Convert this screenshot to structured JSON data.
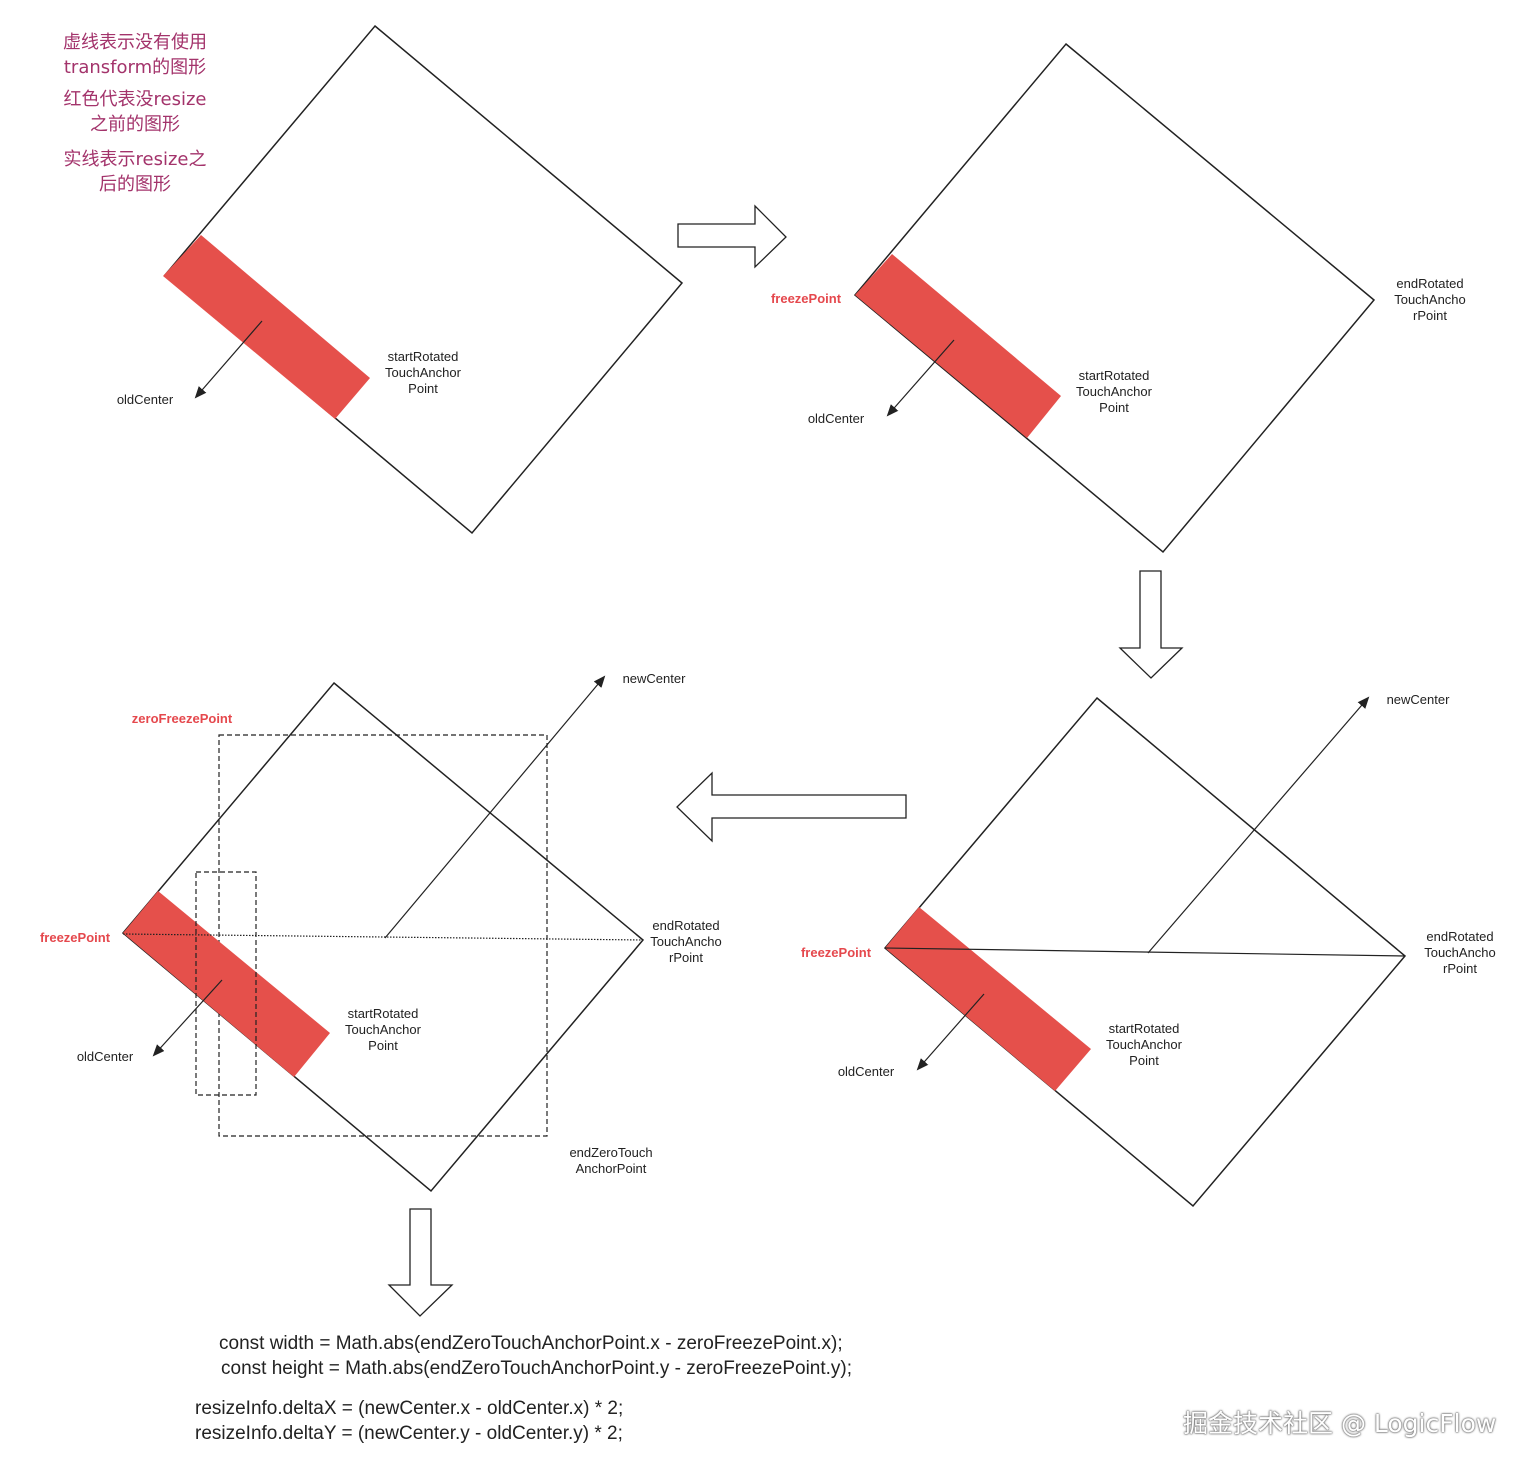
{
  "legend": {
    "dashed": "虚线表示没有使用\ntransform的图形",
    "red": "红色代表没resize\n之前的图形",
    "solid": "实线表示resize之\n后的图形"
  },
  "labels": {
    "start_anchor": "startRotated\nTouchAnchor\nPoint",
    "end_anchor": "endRotated\nTouchAncho\nrPoint",
    "old_center": "oldCenter",
    "new_center": "newCenter",
    "freeze_point": "freezePoint",
    "zero_freeze_point": "zeroFreezePoint",
    "end_zero_anchor": "endZeroTouch\nAnchorPoint"
  },
  "code": {
    "line1": "const width = Math.abs(endZeroTouchAnchorPoint.x - zeroFreezePoint.x);",
    "line2": "const height = Math.abs(endZeroTouchAnchorPoint.y - zeroFreezePoint.y);",
    "line3": "resizeInfo.deltaX = (newCenter.x - oldCenter.x) * 2;",
    "line4": "resizeInfo.deltaY = (newCenter.y - oldCenter.y) * 2;"
  },
  "watermark": "掘金技术社区 @ LogicFlow",
  "colors": {
    "red_rect": "#e5504b",
    "legend_text": "#a3336b",
    "red_label": "#e5484d"
  }
}
